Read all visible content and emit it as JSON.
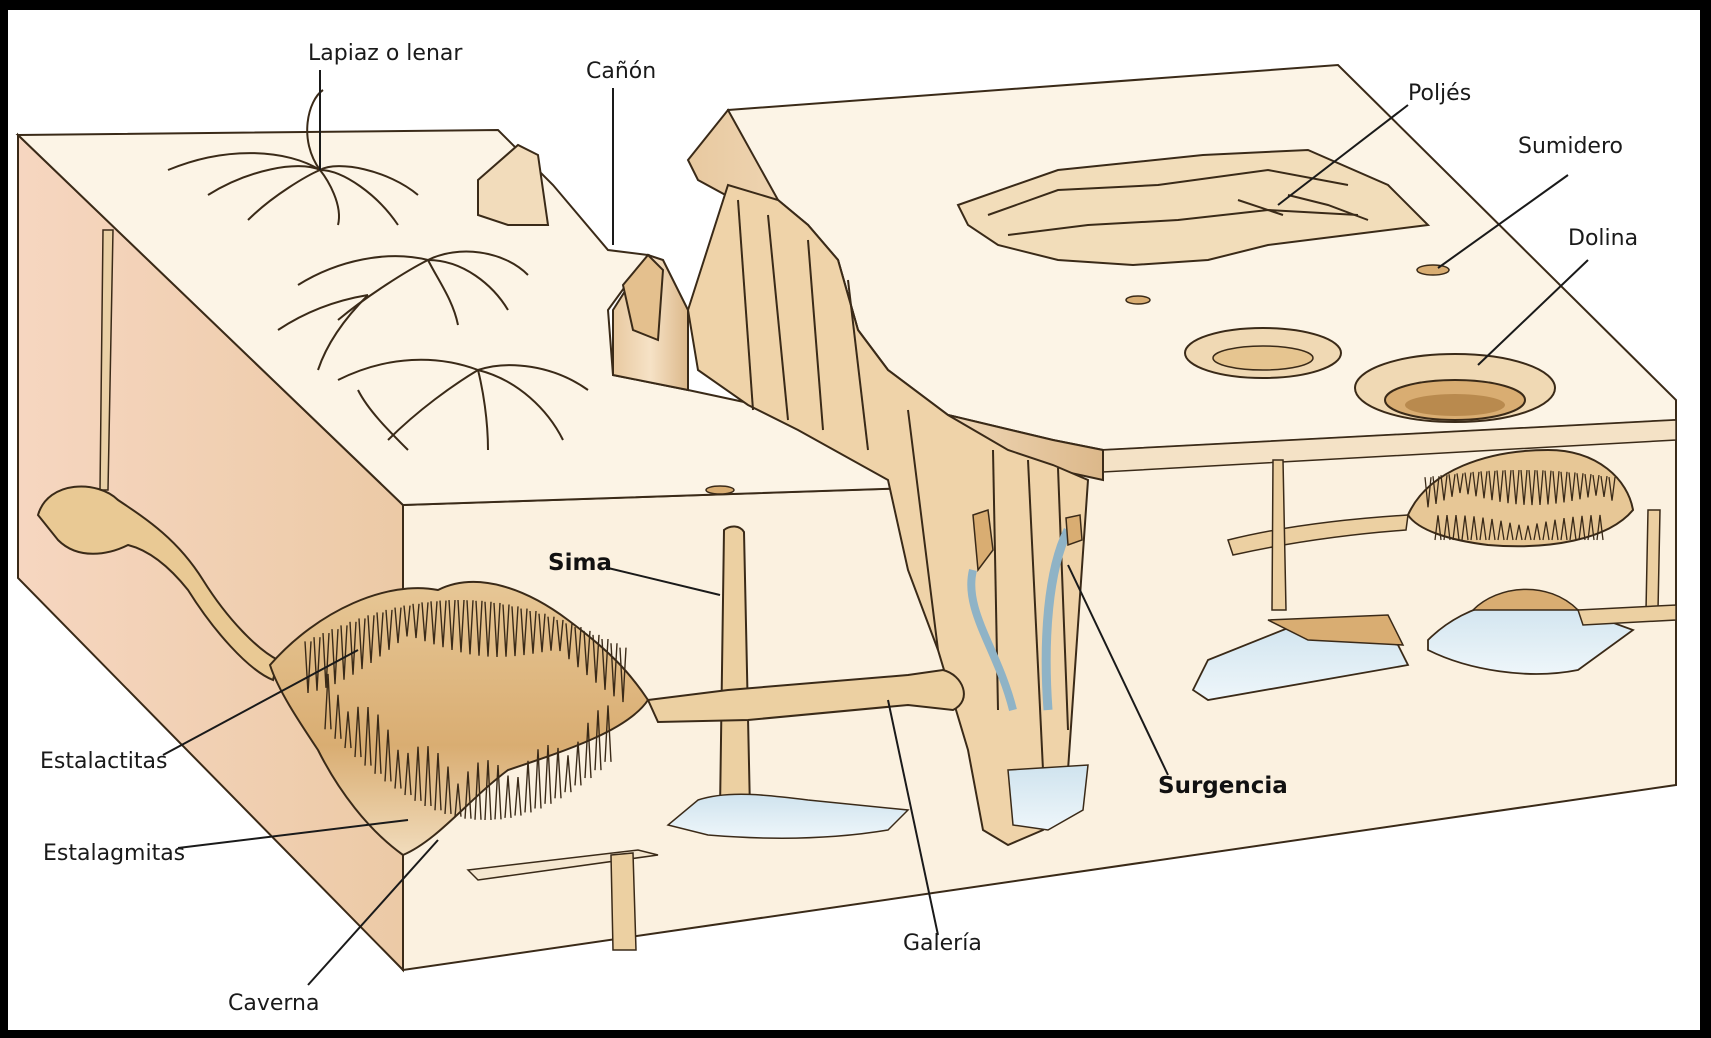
{
  "diagram": {
    "labels": {
      "lapiaz": "Lapiaz o lenar",
      "canon": "Cañón",
      "poljes": "Poljés",
      "sumidero": "Sumidero",
      "dolina": "Dolina",
      "sima": "Sima",
      "estalactitas": "Estalactitas",
      "estalagmitas": "Estalagmitas",
      "caverna": "Caverna",
      "galeria": "Galería",
      "surgencia": "Surgencia"
    }
  }
}
